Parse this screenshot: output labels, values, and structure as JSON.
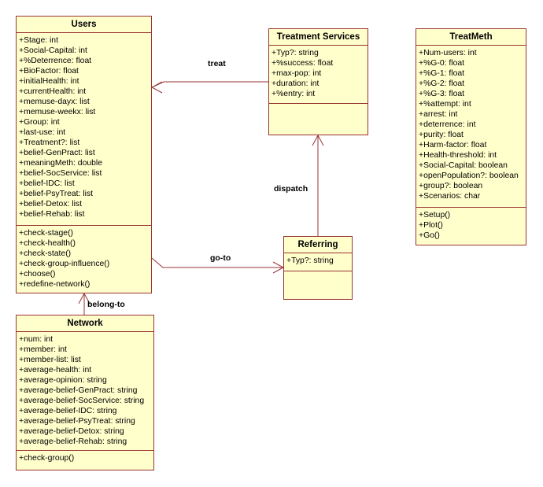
{
  "classes": {
    "users": {
      "name": "Users",
      "attributes": [
        "+Stage: int",
        "+Social-Capital: int",
        "+%Deterrence: float",
        "+BioFactor: float",
        "+initialHealth: int",
        "+currentHealth: int",
        "+memuse-dayx: list",
        "+memuse-weekx: list",
        "+Group: int",
        "+last-use: int",
        "+Treatment?: list",
        "+belief-GenPract: list",
        "+meaningMeth: double",
        "+belief-SocService: list",
        "+belief-IDC: list",
        "+belief-PsyTreat: list",
        "+belief-Detox: list",
        "+belief-Rehab: list"
      ],
      "operations": [
        "+check-stage()",
        "+check-health()",
        "+check-state()",
        "+check-group-influence()",
        "+choose()",
        "+redefine-network()"
      ]
    },
    "treatment_services": {
      "name": "Treatment Services",
      "attributes": [
        "+Typ?: string",
        "+%success: float",
        "+max-pop: int",
        "+duration: int",
        "+%entry: int"
      ],
      "operations": []
    },
    "treatmeth": {
      "name": "TreatMeth",
      "attributes": [
        "+Num-users: int",
        "+%G-0: float",
        "+%G-1: float",
        "+%G-2: float",
        "+%G-3: float",
        "+%attempt: int",
        "+arrest: int",
        "+deterrence: int",
        "+purity: float",
        "+Harm-factor: float",
        "+Health-threshold: int",
        "+Social-Capital: boolean",
        "+openPopulation?: boolean",
        "+group?: boolean",
        "+Scenarios: char"
      ],
      "operations": [
        "+Setup()",
        "+Plot()",
        "+Go()"
      ]
    },
    "referring": {
      "name": "Referring",
      "attributes": [
        "+Typ?: string"
      ],
      "operations": []
    },
    "network": {
      "name": "Network",
      "attributes": [
        "+num: int",
        "+member: int",
        "+member-list: list",
        "+average-health: int",
        "+average-opinion: string",
        "+average-belief-GenPract: string",
        "+average-belief-SocService: string",
        "+average-belief-IDC: string",
        "+average-belief-PsyTreat: string",
        "+average-belief-Detox: string",
        "+average-belief-Rehab: string"
      ],
      "operations": [
        "+check-group()"
      ]
    }
  },
  "associations": {
    "treat": "treat",
    "dispatch": "dispatch",
    "go_to": "go-to",
    "belong_to": "belong-to"
  },
  "colors": {
    "fill": "#ffffcc",
    "border": "#993333"
  }
}
